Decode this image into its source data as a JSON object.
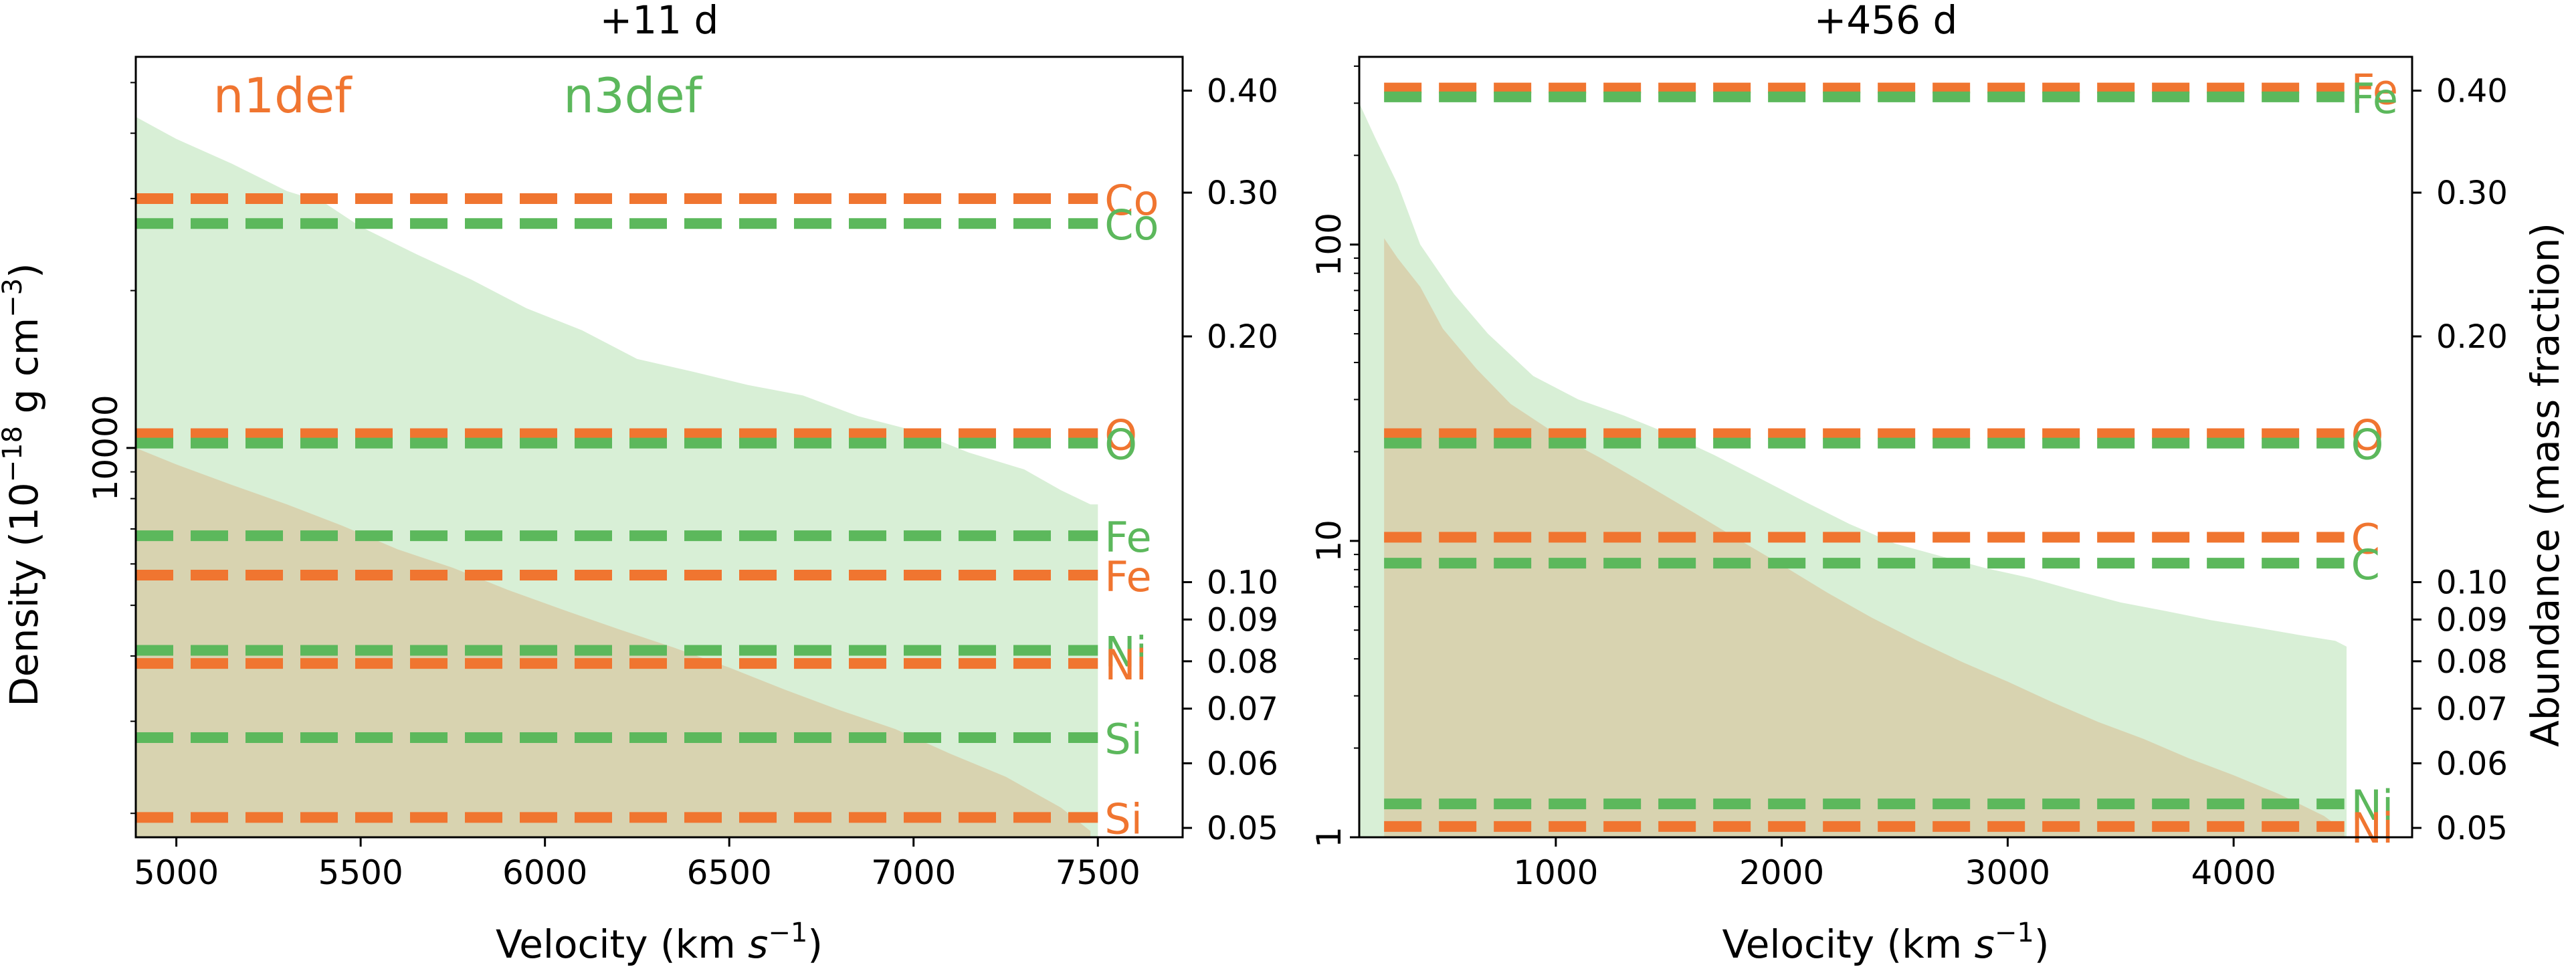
{
  "figure": {
    "ylabel_left": "Density (10",
    "ylabel_left_sup": "−18",
    "ylabel_left_tail": " g cm",
    "ylabel_left_sup2": "−3",
    "ylabel_left_end": ")",
    "ylabel_right": "Abundance (mass fraction)"
  },
  "colors": {
    "n1def": "#f07530",
    "n3def": "#5cb85c",
    "n1def_fill": "#d8d3b0",
    "n3def_fill": "#d8efd6",
    "axis": "#000000"
  },
  "chart_data": [
    {
      "type": "area",
      "title": "+11 d",
      "xlabel": "Velocity (km ",
      "xlabel_unit": "s",
      "xlabel_sup": "−1",
      "xlabel_end": ")",
      "xlim": [
        4890,
        7730
      ],
      "xticks": [
        5000,
        5500,
        6000,
        6500,
        7000,
        7500
      ],
      "density_ylim": [
        1800,
        56000
      ],
      "density_log": true,
      "density_yticks": [
        10000
      ],
      "density_ytick_labels": [
        "10000"
      ],
      "abundance_ylim": [
        0.0487,
        0.44
      ],
      "abundance_log": true,
      "abundance_yticks": [
        0.05,
        0.06,
        0.07,
        0.08,
        0.09,
        0.1,
        0.2,
        0.3,
        0.4
      ],
      "abundance_ytick_labels": [
        "0.05",
        "0.06",
        "0.07",
        "0.08",
        "0.09",
        "0.10",
        "0.20",
        "0.30",
        "0.40"
      ],
      "legend": [
        {
          "name": "n1def",
          "color": "#f07530",
          "x": 5100
        },
        {
          "name": "n3def",
          "color": "#5cb85c",
          "x": 6050
        }
      ],
      "density_series": [
        {
          "name": "n3def",
          "fill": "#d8efd6",
          "x": [
            4890,
            5000,
            5150,
            5300,
            5400,
            5500,
            5650,
            5800,
            5950,
            6100,
            6250,
            6400,
            6550,
            6700,
            6850,
            7000,
            7150,
            7300,
            7400,
            7480,
            7500
          ],
          "y": [
            43000,
            39000,
            35000,
            31000,
            29500,
            26500,
            23500,
            21000,
            18500,
            16800,
            14800,
            14000,
            13200,
            12600,
            11500,
            10800,
            9800,
            9100,
            8300,
            7800,
            7800
          ]
        },
        {
          "name": "n1def",
          "fill": "#d8d3b0",
          "x": [
            4890,
            5000,
            5150,
            5300,
            5450,
            5600,
            5750,
            5900,
            6050,
            6200,
            6350,
            6500,
            6650,
            6800,
            6950,
            7100,
            7250,
            7400,
            7480
          ],
          "y": [
            10000,
            9300,
            8500,
            7800,
            7100,
            6400,
            5900,
            5350,
            4900,
            4500,
            4150,
            3800,
            3450,
            3150,
            2900,
            2600,
            2350,
            2050,
            1850
          ]
        }
      ],
      "abundance_lines": [
        {
          "element": "Co",
          "model": "n1def",
          "value": 0.295,
          "x": [
            4890,
            7500
          ]
        },
        {
          "element": "Co",
          "model": "n3def",
          "value": 0.275,
          "x": [
            4890,
            7500
          ]
        },
        {
          "element": "O",
          "model": "n1def",
          "value": 0.152,
          "x": [
            4890,
            7500
          ]
        },
        {
          "element": "O",
          "model": "n3def",
          "value": 0.148,
          "x": [
            4890,
            7500
          ]
        },
        {
          "element": "Fe",
          "model": "n3def",
          "value": 0.114,
          "x": [
            4890,
            7500
          ]
        },
        {
          "element": "Fe",
          "model": "n1def",
          "value": 0.102,
          "x": [
            4890,
            7500
          ]
        },
        {
          "element": "Ni",
          "model": "n3def",
          "value": 0.0825,
          "x": [
            4890,
            7500
          ]
        },
        {
          "element": "Ni",
          "model": "n1def",
          "value": 0.0795,
          "x": [
            4890,
            7500
          ]
        },
        {
          "element": "Si",
          "model": "n3def",
          "value": 0.0645,
          "x": [
            4890,
            7500
          ]
        },
        {
          "element": "Si",
          "model": "n1def",
          "value": 0.0515,
          "x": [
            4890,
            7500
          ]
        }
      ]
    },
    {
      "type": "area",
      "title": "+456 d",
      "xlabel": "Velocity (km ",
      "xlabel_unit": "s",
      "xlabel_sup": "−1",
      "xlabel_end": ")",
      "xlim": [
        130,
        4790
      ],
      "xticks": [
        1000,
        2000,
        3000,
        4000
      ],
      "density_ylim": [
        1,
        430
      ],
      "density_log": true,
      "density_yticks": [
        1,
        10,
        100
      ],
      "density_ytick_labels": [
        "1",
        "10",
        "100"
      ],
      "abundance_ylim": [
        0.0487,
        0.44
      ],
      "abundance_log": true,
      "abundance_yticks": [
        0.05,
        0.06,
        0.07,
        0.08,
        0.09,
        0.1,
        0.2,
        0.3,
        0.4
      ],
      "abundance_ytick_labels": [
        "0.05",
        "0.06",
        "0.07",
        "0.08",
        "0.09",
        "0.10",
        "0.20",
        "0.30",
        "0.40"
      ],
      "legend": [],
      "density_series": [
        {
          "name": "n3def",
          "fill": "#d8efd6",
          "x": [
            130,
            200,
            300,
            400,
            550,
            700,
            900,
            1100,
            1300,
            1500,
            1700,
            1900,
            2100,
            2300,
            2500,
            2700,
            2900,
            3100,
            3300,
            3500,
            3700,
            3900,
            4100,
            4300,
            4450,
            4500
          ],
          "y": [
            300,
            230,
            160,
            100,
            68,
            50,
            36,
            30,
            26.5,
            23,
            19.5,
            16.3,
            13.6,
            11.4,
            9.8,
            8.9,
            8.1,
            7.5,
            6.8,
            6.2,
            5.8,
            5.4,
            5.1,
            4.8,
            4.6,
            4.4
          ]
        },
        {
          "name": "n1def",
          "fill": "#d8d3b0",
          "x": [
            240,
            300,
            400,
            500,
            650,
            800,
            1000,
            1200,
            1400,
            1600,
            1800,
            2000,
            2200,
            2400,
            2600,
            2800,
            3000,
            3200,
            3400,
            3600,
            3800,
            4000,
            4200,
            4400,
            4490
          ],
          "y": [
            105,
            90,
            72,
            52,
            38,
            29,
            23,
            19,
            15.5,
            12.6,
            10.2,
            8.3,
            6.7,
            5.5,
            4.6,
            3.9,
            3.35,
            2.85,
            2.45,
            2.15,
            1.85,
            1.62,
            1.4,
            1.18,
            1.05
          ]
        }
      ],
      "abundance_lines": [
        {
          "element": "Fe",
          "model": "n1def",
          "value": 0.403,
          "x": [
            240,
            4490
          ]
        },
        {
          "element": "Fe",
          "model": "n3def",
          "value": 0.393,
          "x": [
            240,
            4490
          ]
        },
        {
          "element": "O",
          "model": "n1def",
          "value": 0.152,
          "x": [
            240,
            4490
          ]
        },
        {
          "element": "O",
          "model": "n3def",
          "value": 0.148,
          "x": [
            240,
            4490
          ]
        },
        {
          "element": "C",
          "model": "n1def",
          "value": 0.1135,
          "x": [
            240,
            4490
          ]
        },
        {
          "element": "C",
          "model": "n3def",
          "value": 0.1055,
          "x": [
            240,
            4490
          ]
        },
        {
          "element": "Ni",
          "model": "n3def",
          "value": 0.0535,
          "x": [
            240,
            4490
          ]
        },
        {
          "element": "Ni",
          "model": "n1def",
          "value": 0.0502,
          "x": [
            240,
            4490
          ]
        }
      ]
    }
  ]
}
